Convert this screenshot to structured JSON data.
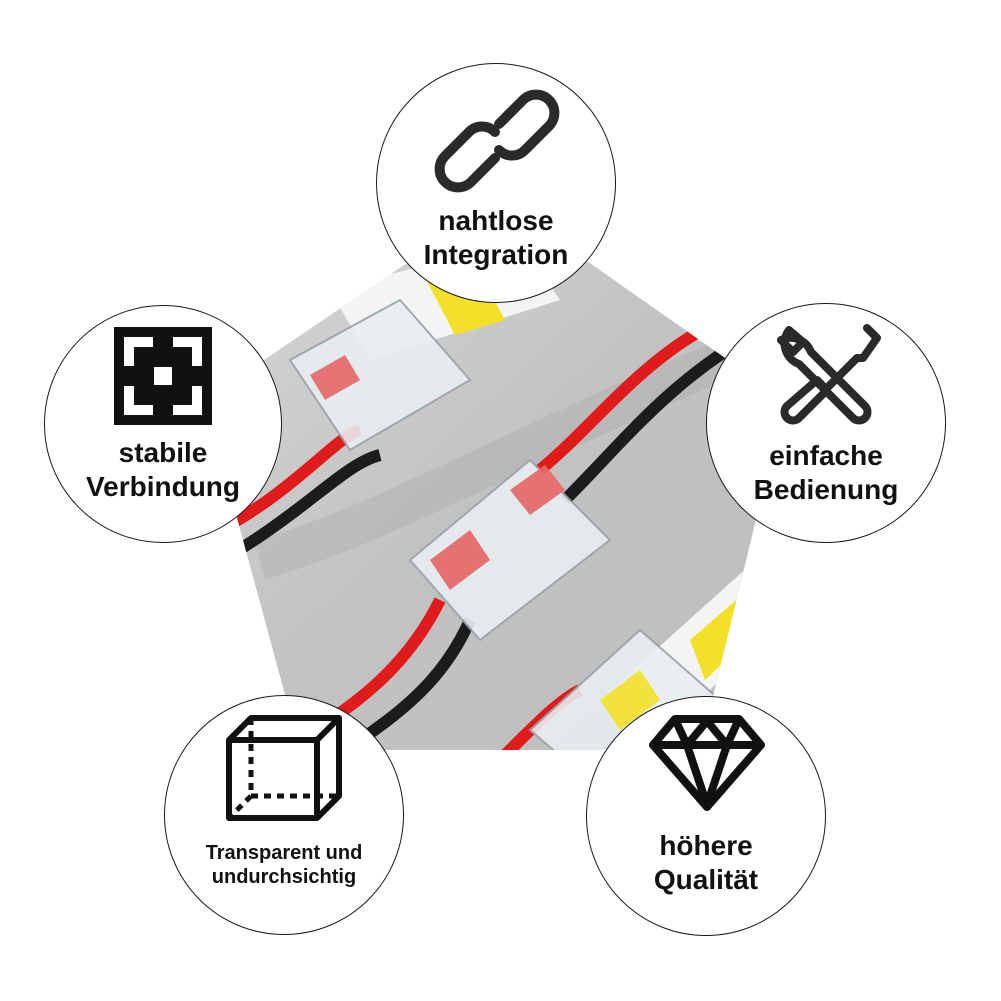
{
  "colors": {
    "background": "#ffffff",
    "photo_background": "#c7c7c7",
    "circle_border": "#1a1a1a",
    "text": "#111111",
    "wire_red": "#e01b1b",
    "wire_black": "#1c1c1c",
    "strip_yellow": "#f2e127",
    "strip_white": "#f4f4f4",
    "connector_clear": "#e8eef0"
  },
  "features": [
    {
      "id": "top",
      "icon": "chain-link-icon",
      "lines": [
        "nahtlose",
        "Integration"
      ]
    },
    {
      "id": "left",
      "icon": "interlocking-square-knot-icon",
      "lines": [
        "stabile",
        "Verbindung"
      ]
    },
    {
      "id": "right",
      "icon": "wrench-and-screwdriver-icon",
      "lines": [
        "einfache",
        "Bedienung"
      ]
    },
    {
      "id": "bottom-left",
      "icon": "transparent-cube-icon",
      "lines": [
        "Transparent und",
        "undurchsichtig"
      ]
    },
    {
      "id": "bottom-right",
      "icon": "diamond-icon",
      "lines": [
        "höhere",
        "Qualität"
      ]
    }
  ]
}
